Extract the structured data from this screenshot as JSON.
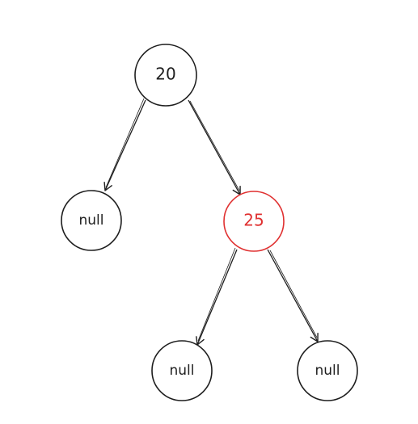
{
  "tree": {
    "root": {
      "label": "20"
    },
    "left_child": {
      "label": "null"
    },
    "right_child": {
      "label": "25"
    },
    "right_left_child": {
      "label": "null"
    },
    "right_right_child": {
      "label": "null"
    }
  },
  "colors": {
    "stroke": "#1e1e1e",
    "highlight": "#e03131",
    "background": "#ffffff"
  }
}
